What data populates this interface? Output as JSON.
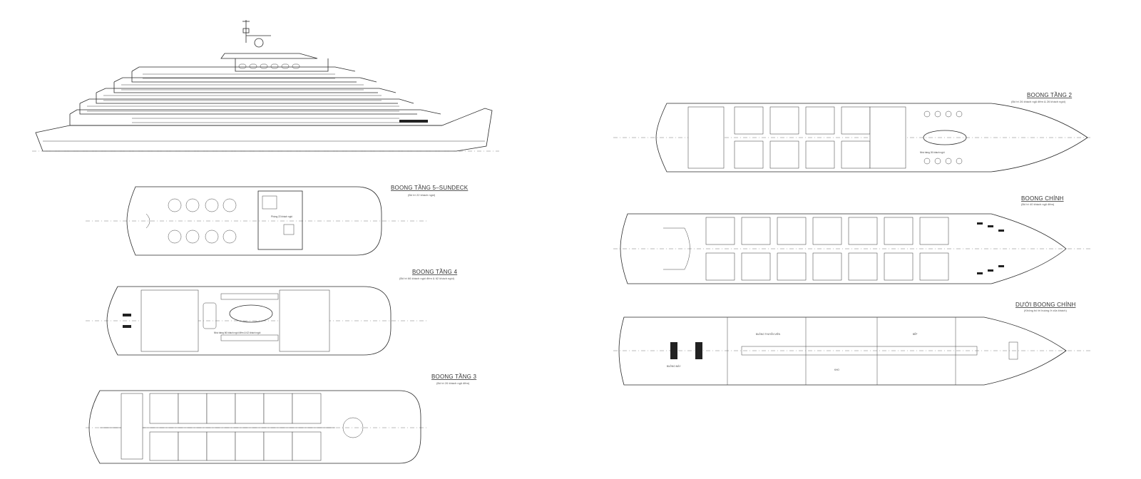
{
  "drawing": {
    "deck_sundeck": {
      "title": "BOONG TẦNG 5–SUNDECK",
      "subtitle": "(Bố trí 22 khách ngồi)"
    },
    "deck_4": {
      "title": "BOONG TẦNG 4",
      "subtitle": "(Bố trí 66 khách ngồi đêm & 62 khách ngồi)"
    },
    "deck_3": {
      "title": "BOONG TẦNG 3",
      "subtitle": "(Bố trí 26 khách ngủ đêm)"
    },
    "deck_2": {
      "title": "BOONG TẦNG 2",
      "subtitle": "(Bố trí 26 khách ngủ đêm & 26 khách ngồi)"
    },
    "deck_main": {
      "title": "BOONG CHÍNH",
      "subtitle": "(Bố trí 40 khách ngủ đêm)"
    },
    "deck_below": {
      "title": "DƯỚI BOONG CHÍNH",
      "subtitle": "(Không bố trí buồng ở của khách)"
    },
    "room_labels": {
      "sundeck_room": "Phòng 22 khách ngồi",
      "deck4_center": "Nhà hàng 66 khách ngồi đêm & 62 khách ngồi",
      "deck2_lounge": "Nhà hàng 26 khách ngồi",
      "below_engine": "BUỒNG MÁY",
      "below_crew": "BUỒNG THUYỀN VIÊN",
      "below_store": "KHO",
      "below_kitchen": "BẾP"
    }
  }
}
